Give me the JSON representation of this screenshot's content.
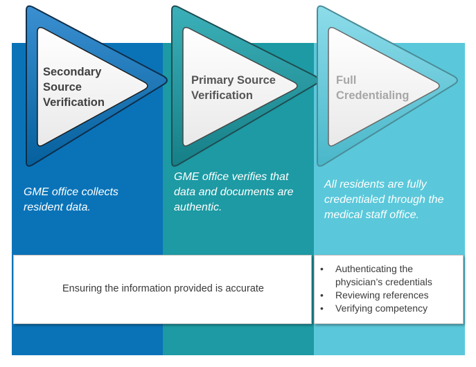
{
  "steps": [
    {
      "title_lines": [
        "Secondary",
        "Source",
        "Verification"
      ],
      "description": "GME office collects resident data.",
      "color": "#0a73b8"
    },
    {
      "title_lines": [
        "Primary Source",
        "Verification"
      ],
      "description": "GME office verifies that data and documents are authentic.",
      "color": "#1d9aa3"
    },
    {
      "title_lines": [
        "Full",
        "Credentialing"
      ],
      "description": "All residents are fully credentialed through the medical staff office.",
      "color": "#5ac8da"
    }
  ],
  "boxes": {
    "accuracy_text": "Ensuring the information provided is accurate",
    "bullets": [
      "Authenticating the physician’s credentials",
      "Reviewing references",
      "Verifying competency"
    ]
  }
}
